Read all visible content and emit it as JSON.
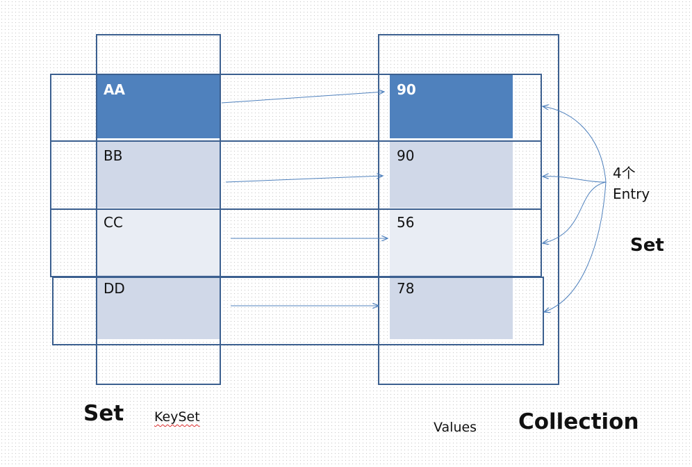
{
  "keys": [
    "AA",
    "BB",
    "CC",
    "DD"
  ],
  "values": [
    "90",
    "90",
    "56",
    "78"
  ],
  "labels": {
    "keyset_type": "Set",
    "keyset_name": "KeySet",
    "values_name": "Values",
    "values_type": "Collection",
    "entry_count": "4个",
    "entry_word": "Entry",
    "entry_set_type": "Set"
  },
  "colors": {
    "border": "#3b5f8f",
    "highlight_fill": "#4f81bd",
    "row_fill_a": "#d0d8e8",
    "row_fill_b": "#e9edf4",
    "arrow": "#4f81bd"
  }
}
